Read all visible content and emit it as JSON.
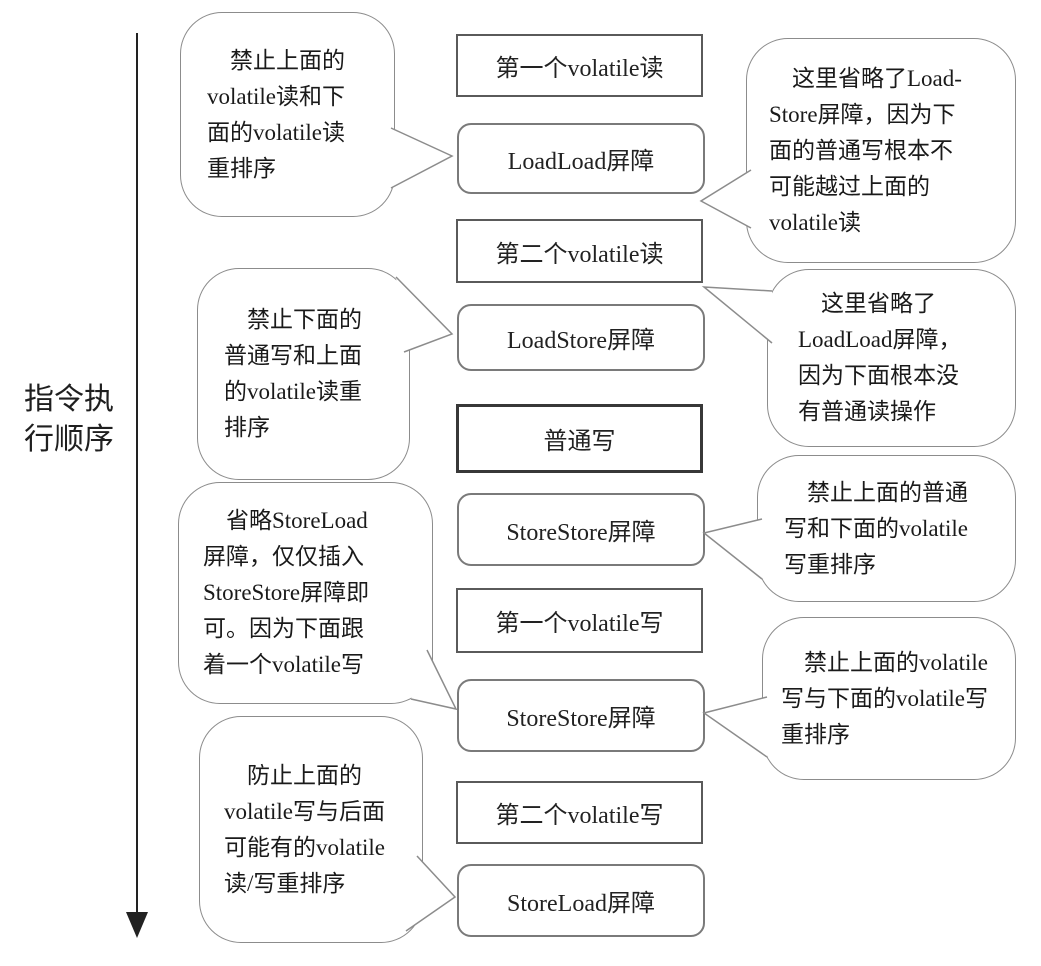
{
  "axis": {
    "label": "指令执\n行顺序"
  },
  "boxes": [
    {
      "label": "第一个volatile读",
      "kind": "op"
    },
    {
      "label": "LoadLoad屏障",
      "kind": "barrier"
    },
    {
      "label": "第二个volatile读",
      "kind": "op"
    },
    {
      "label": "LoadStore屏障",
      "kind": "barrier"
    },
    {
      "label": "普通写",
      "kind": "op-em"
    },
    {
      "label": "StoreStore屏障",
      "kind": "barrier"
    },
    {
      "label": "第一个volatile写",
      "kind": "op"
    },
    {
      "label": "StoreStore屏障",
      "kind": "barrier"
    },
    {
      "label": "第二个volatile写",
      "kind": "op"
    },
    {
      "label": "StoreLoad屏障",
      "kind": "barrier"
    }
  ],
  "callouts": {
    "left": [
      {
        "text": "禁止上面的\nvolatile读和下\n面的volatile读\n重排序"
      },
      {
        "text": "禁止下面的\n普通写和上面\n的volatile读重\n排序"
      },
      {
        "text": "省略StoreLoad\n屏障，仅仅插入\nStoreStore屏障即\n可。因为下面跟\n着一个volatile写"
      },
      {
        "text": "防止上面的\nvolatile写与后面\n可能有的volatile\n读/写重排序"
      }
    ],
    "right": [
      {
        "text": "这里省略了Load-\nStore屏障，因为下\n面的普通写根本不\n可能越过上面的\nvolatile读"
      },
      {
        "text": "这里省略了\nLoadLoad屏障，\n因为下面根本没\n有普通读操作"
      },
      {
        "text": "禁止上面的普通\n写和下面的volatile\n写重排序"
      },
      {
        "text": "禁止上面的volatile\n写与下面的volatile写\n重排序"
      }
    ]
  },
  "colors": {
    "background": "#ffffff",
    "text": "#1a1a1a",
    "arrow": "#222222",
    "op_border": "#5a5a5a",
    "barrier_border": "#7a7a7a",
    "bubble_border": "#8c8c8c"
  }
}
